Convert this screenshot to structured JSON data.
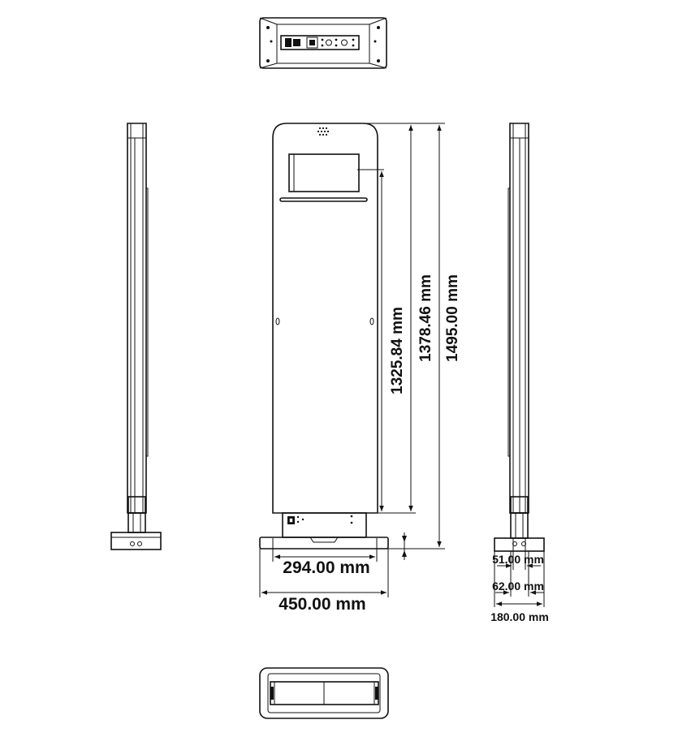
{
  "dimensions": {
    "inner_height": "1325.84 mm",
    "mid_height": "1378.46 mm",
    "total_height": "1495.00 mm",
    "inner_width": "294.00 mm",
    "total_width": "450.00 mm",
    "side_small": "51.00 mm",
    "side_mid": "62.00 mm",
    "side_base": "180.00 mm"
  }
}
